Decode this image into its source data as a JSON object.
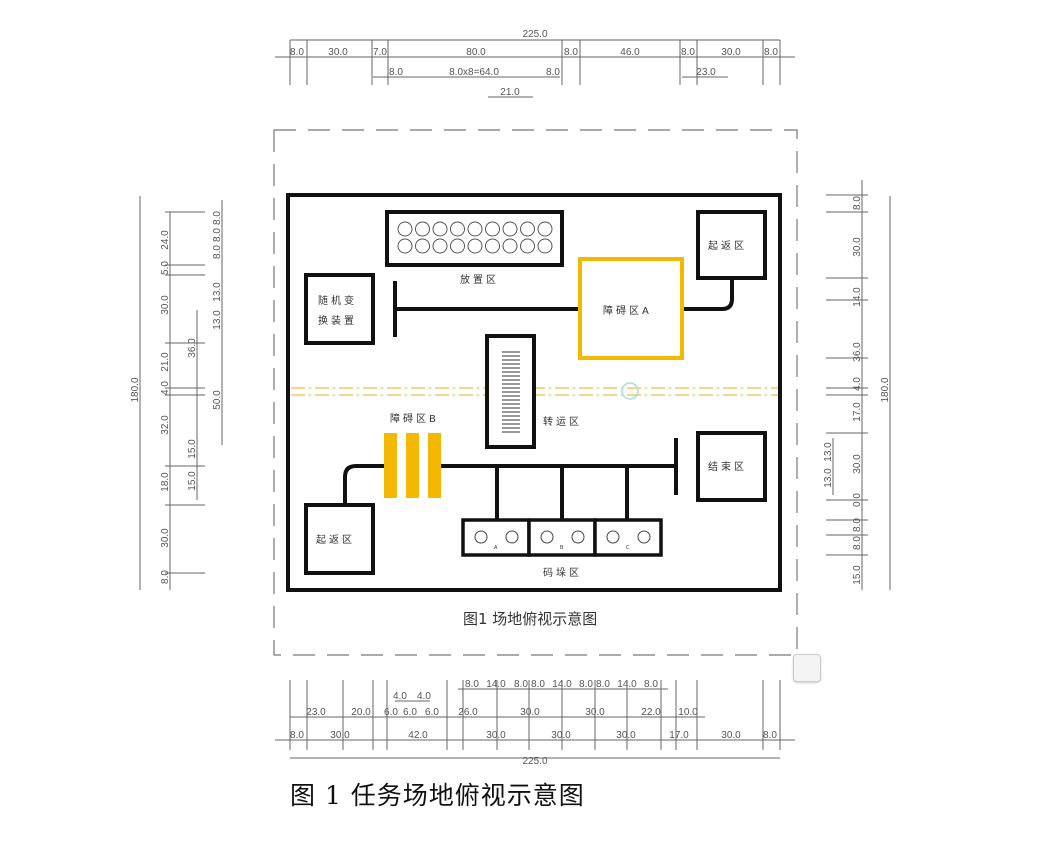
{
  "diagram": {
    "caption": "图1 场地俯视示意图",
    "zones": {
      "placement": "放置区",
      "random_device_line1": "随机变",
      "random_device_line2": "换装置",
      "obstacle_a": "障碍区A",
      "start_return_top": "起返区",
      "transfer": "转运区",
      "obstacle_b": "障碍区B",
      "end": "结束区",
      "start_return_bottom": "起返区",
      "stacking": "码垛区",
      "stack_a": "A",
      "stack_b": "B",
      "stack_c": "C"
    },
    "colors": {
      "obstacle": "#f5b800",
      "line": "#111111",
      "centerline": "#f2d98a"
    },
    "dimensions": {
      "top_total": "225.0",
      "top_row1": [
        "8.0",
        "30.0",
        "7.0",
        "80.0",
        "8.0",
        "46.0",
        "8.0",
        "30.0",
        "8.0"
      ],
      "top_row2": [
        "8.0",
        "8.0x8=64.0",
        "8.0",
        "23.0"
      ],
      "top_row3": [
        "21.0"
      ],
      "left_total": "180.0",
      "left_col1": [
        "24.0",
        "5.0",
        "30.0",
        "21.0",
        "4.0",
        "32.0",
        "18.0",
        "30.0",
        "8.0"
      ],
      "left_col2": [
        "36.0",
        "15.0",
        "15.0"
      ],
      "left_col3": [
        "8.0",
        "8.0",
        "8.0",
        "13.0",
        "13.0",
        "50.0"
      ],
      "right_total": "180.0",
      "right_col1": [
        "8.0",
        "30.0",
        "14.0",
        "36.0",
        "4.0",
        "17.0",
        "30.0",
        "0.0",
        "8.0",
        "8.0",
        "15.0"
      ],
      "right_col2": [
        "13.0",
        "13.0"
      ],
      "bottom_row1": [
        "8.0",
        "14.0",
        "8.0",
        "8.0",
        "14.0",
        "8.0",
        "8.0",
        "14.0",
        "8.0"
      ],
      "bottom_row2": [
        "4.0",
        "4.0"
      ],
      "bottom_row3": [
        "23.0",
        "20.0",
        "6.0",
        "6.0",
        "6.0",
        "26.0",
        "30.0",
        "30.0",
        "22.0",
        "10.0"
      ],
      "bottom_row4": [
        "8.0",
        "30.0",
        "42.0",
        "30.0",
        "30.0",
        "30.0",
        "17.0",
        "30.0",
        "8.0"
      ],
      "bottom_total": "225.0"
    }
  },
  "page_caption": "图 1 任务场地俯视示意图"
}
